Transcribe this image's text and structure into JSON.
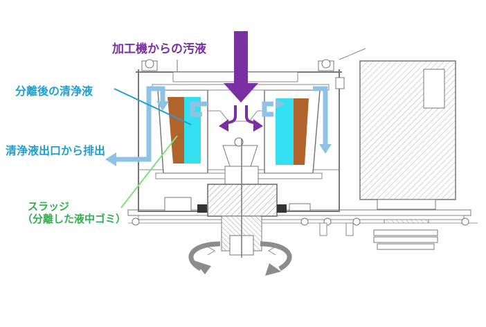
{
  "diagram": {
    "labels": {
      "inflow": "加工機からの汚液",
      "clean_liquid": "分離後の清浄液",
      "outlet": "清浄液出口から排出",
      "sludge_line1": "スラッジ",
      "sludge_line2": "（分離した液中ゴミ）"
    },
    "colors": {
      "inflow_arrow": "#7a2fa2",
      "clean_liquid": "#33e0f0",
      "flow_arrow": "#8fc3e6",
      "sludge": "#b0642c",
      "sludge_label": "#2fb04a",
      "label_cyan": "#1d9fd3",
      "rotation_arrow": "#8c8c8c"
    }
  }
}
